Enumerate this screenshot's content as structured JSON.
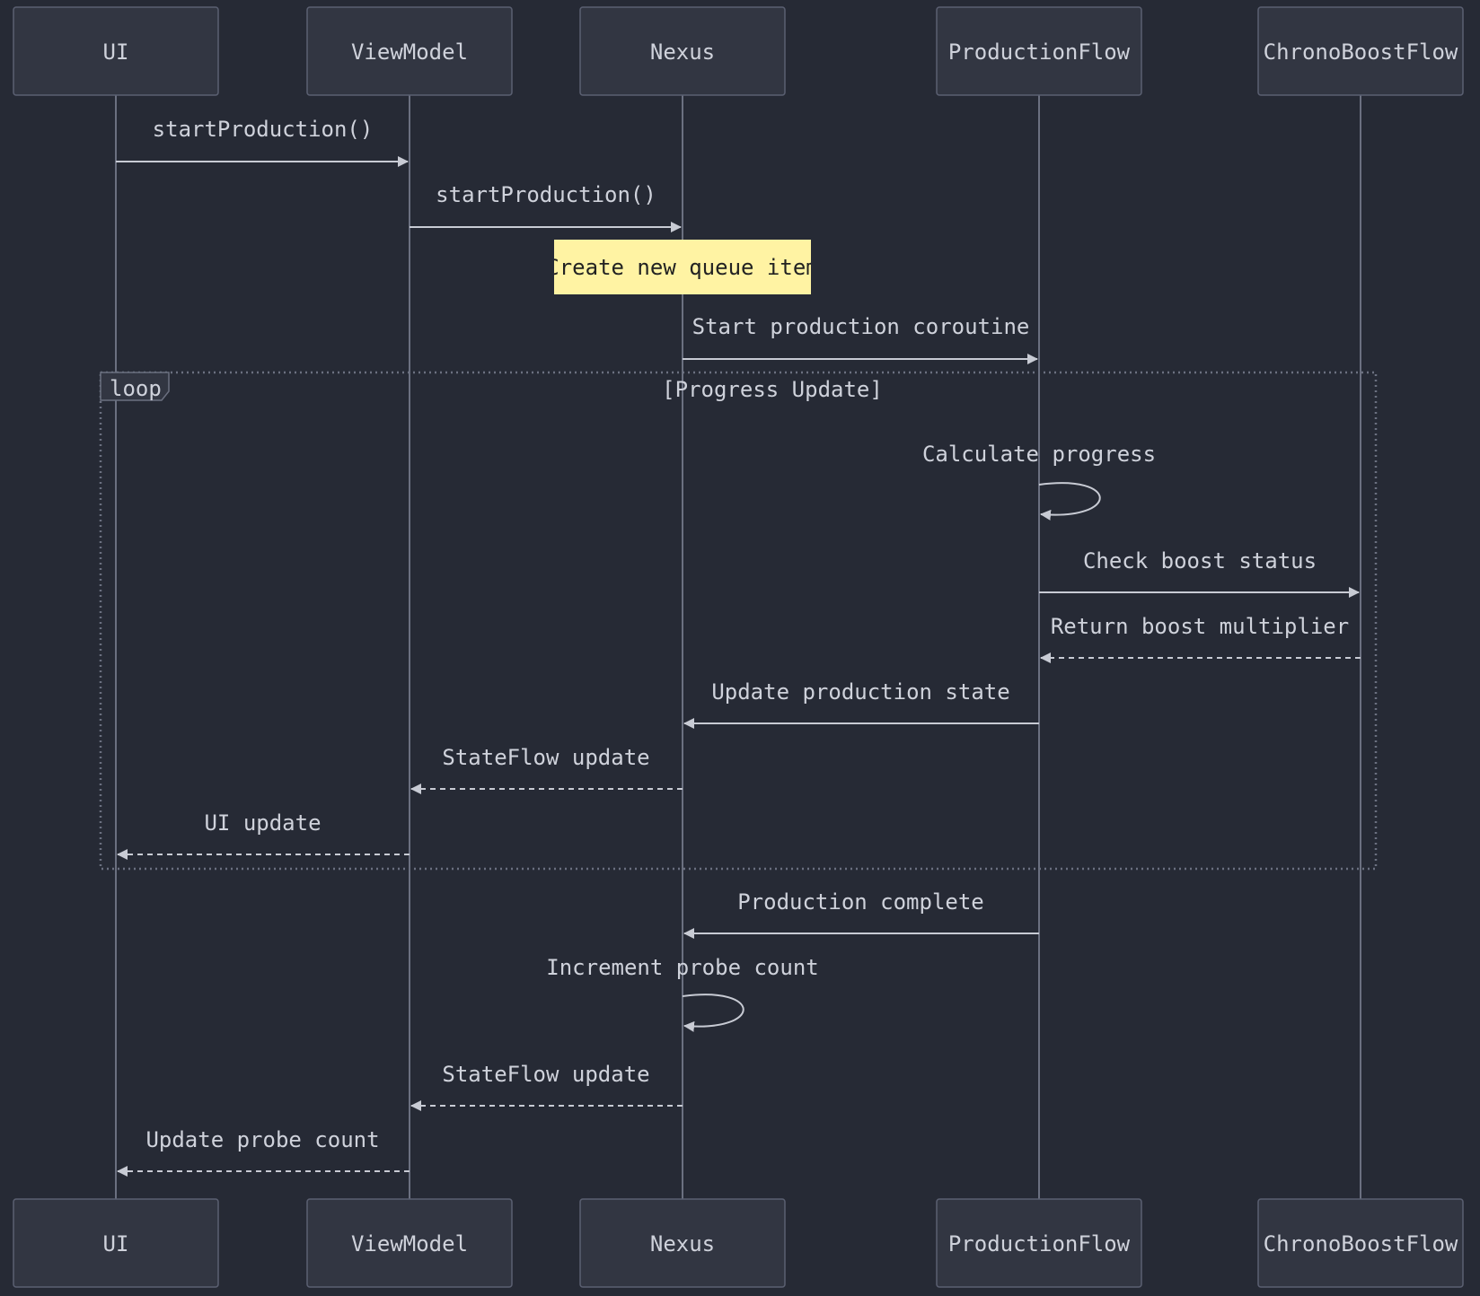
{
  "participants": [
    {
      "id": "ui",
      "label": "UI"
    },
    {
      "id": "viewmodel",
      "label": "ViewModel"
    },
    {
      "id": "nexus",
      "label": "Nexus"
    },
    {
      "id": "productionflow",
      "label": "ProductionFlow"
    },
    {
      "id": "chronoboostflow",
      "label": "ChronoBoostFlow"
    }
  ],
  "messages": [
    {
      "from": "ui",
      "to": "viewmodel",
      "label": "startProduction()",
      "style": "solid"
    },
    {
      "from": "viewmodel",
      "to": "nexus",
      "label": "startProduction()",
      "style": "solid"
    },
    {
      "from": "nexus",
      "to": "productionflow",
      "label": "Start production coroutine",
      "style": "solid"
    },
    {
      "from": "productionflow",
      "to": "productionflow",
      "label": "Calculate progress",
      "style": "solid"
    },
    {
      "from": "productionflow",
      "to": "chronoboostflow",
      "label": "Check boost status",
      "style": "solid"
    },
    {
      "from": "chronoboostflow",
      "to": "productionflow",
      "label": "Return boost multiplier",
      "style": "dashed"
    },
    {
      "from": "productionflow",
      "to": "nexus",
      "label": "Update production state",
      "style": "solid"
    },
    {
      "from": "nexus",
      "to": "viewmodel",
      "label": "StateFlow update",
      "style": "dashed"
    },
    {
      "from": "viewmodel",
      "to": "ui",
      "label": "UI update",
      "style": "dashed"
    },
    {
      "from": "productionflow",
      "to": "nexus",
      "label": "Production complete",
      "style": "solid"
    },
    {
      "from": "nexus",
      "to": "nexus",
      "label": "Increment probe count",
      "style": "solid"
    },
    {
      "from": "nexus",
      "to": "viewmodel",
      "label": "StateFlow update",
      "style": "dashed"
    },
    {
      "from": "viewmodel",
      "to": "ui",
      "label": "Update probe count",
      "style": "dashed"
    }
  ],
  "note": {
    "over": "nexus",
    "text": "Create new queue item"
  },
  "loop": {
    "label": "loop",
    "condition": "[Progress Update]"
  },
  "colors": {
    "background": "#262a35",
    "actor_fill": "#323642",
    "note_fill": "#fff3a3",
    "line": "#c8cbd4"
  }
}
